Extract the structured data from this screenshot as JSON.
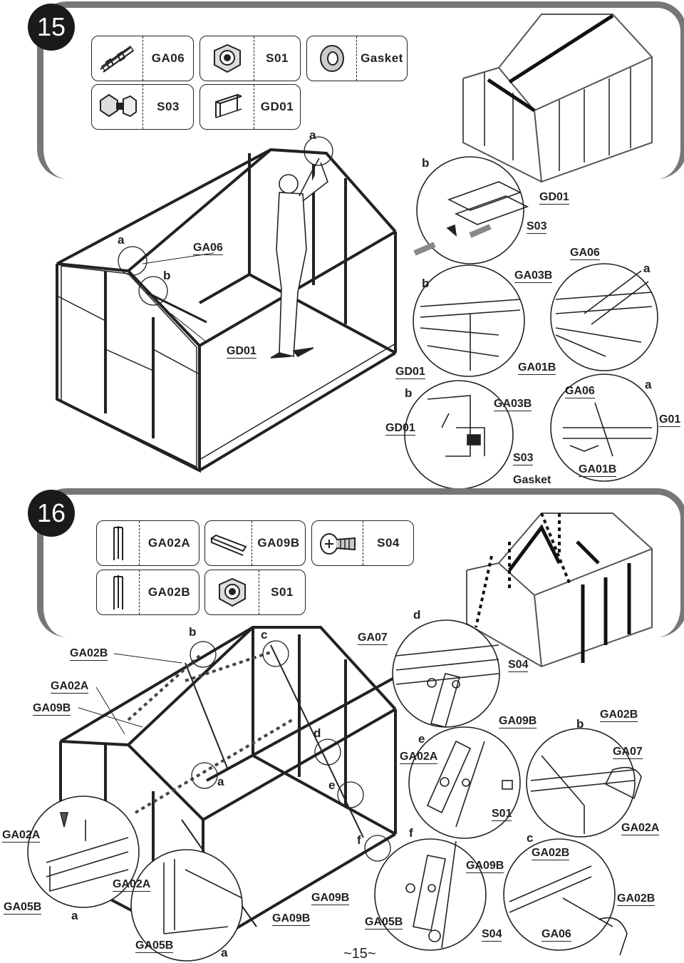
{
  "step15": {
    "number": "15",
    "parts": [
      {
        "code": "GA06",
        "icon": "profile-ga06-icon"
      },
      {
        "code": "S01",
        "icon": "nut-icon"
      },
      {
        "code": "Gasket",
        "icon": "gasket-icon"
      },
      {
        "code": "S03",
        "icon": "bolt-icon"
      },
      {
        "code": "GD01",
        "icon": "profile-gd01-icon"
      }
    ],
    "labels": {
      "a_top": "a",
      "ga06": "GA06",
      "a_left": "a",
      "b_left": "b",
      "gd01": "GD01",
      "det_b1": "b",
      "det_gd01_1": "GD01",
      "det_s03_1": "S03",
      "det_b2": "b",
      "det_ga03b_1": "GA03B",
      "det_gd01_2": "GD01",
      "det_ga06_1": "GA06",
      "det_a1": "a",
      "det_ga01b_1": "GA01B",
      "det_b3": "b",
      "det_ga03b_2": "GA03B",
      "det_gd01_3": "GD01",
      "det_s03_2": "S03",
      "det_gasket": "Gasket",
      "det_ga06_2": "GA06",
      "det_a2": "a",
      "det_g01": "G01",
      "det_ga01b_2": "GA01B"
    }
  },
  "step16": {
    "number": "16",
    "parts": [
      {
        "code": "GA02A",
        "icon": "profile-ga02a-icon"
      },
      {
        "code": "GA09B",
        "icon": "profile-ga09b-icon"
      },
      {
        "code": "S04",
        "icon": "screw-icon"
      },
      {
        "code": "GA02B",
        "icon": "profile-ga02b-icon"
      },
      {
        "code": "S01",
        "icon": "nut-icon"
      }
    ],
    "labels": {
      "ga02b": "GA02B",
      "b": "b",
      "c": "c",
      "ga07": "GA07",
      "ga02a": "GA02A",
      "ga09b": "GA09B",
      "d": "d",
      "a": "a",
      "e": "e",
      "f": "f",
      "ga02a_left": "GA02A",
      "ga05b_left": "GA05B",
      "a_left": "a",
      "ga02a_inset2": "GA02A",
      "ga05b_inset2": "GA05B",
      "a_inset2": "a",
      "ga09b_bottom1": "GA09B",
      "ga09b_bottom2": "GA09B",
      "det_d": "d",
      "det_ga07": "GA07",
      "det_s04_1": "S04",
      "det_ga09b_1": "GA09B",
      "det_e": "e",
      "det_ga02a_1": "GA02A",
      "det_s01": "S01",
      "det_b": "b",
      "det_ga02b_1": "GA02B",
      "det_ga07_2": "GA07",
      "det_ga02a_2": "GA02A",
      "det_f": "f",
      "det_ga09b_2": "GA09B",
      "det_ga05b": "GA05B",
      "det_s04_2": "S04",
      "det_c": "c",
      "det_ga02b_2": "GA02B",
      "det_ga02b_3": "GA02B",
      "det_ga06": "GA06"
    }
  },
  "page_number": "~15~"
}
